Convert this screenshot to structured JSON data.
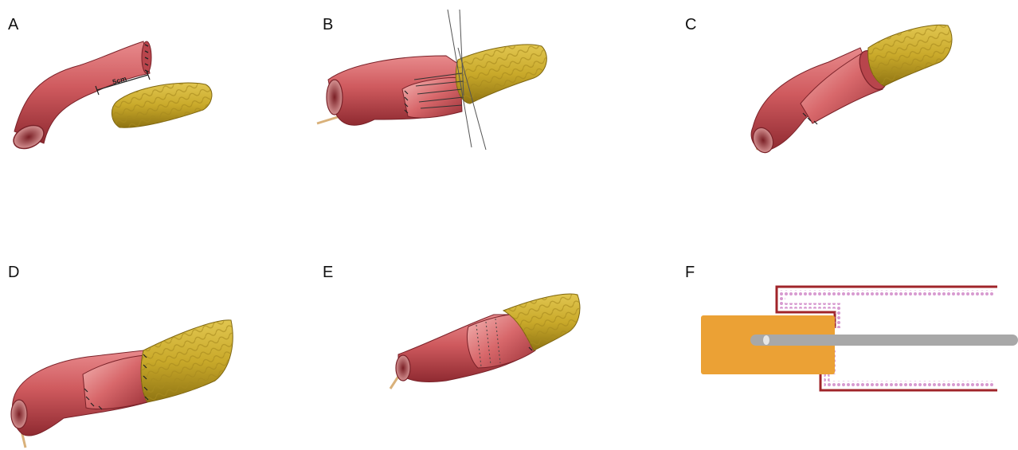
{
  "panels": [
    {
      "id": "A",
      "label": "A"
    },
    {
      "id": "B",
      "label": "B"
    },
    {
      "id": "C",
      "label": "C"
    },
    {
      "id": "D",
      "label": "D"
    },
    {
      "id": "E",
      "label": "E"
    },
    {
      "id": "F",
      "label": "F"
    }
  ],
  "panel_a": {
    "measurement": "5cm"
  },
  "colors": {
    "background": "#ffffff",
    "bowel_wall": "#cf5a5e",
    "bowel_dark": "#9c2f36",
    "bowel_light": "#f0b4b2",
    "pancreas": "#c9a92a",
    "pancreas_dark": "#8f7413",
    "stent": "#d9b17a",
    "suture": "#222222",
    "schematic_block": "#eba135",
    "schematic_tube": "#a8a8a8",
    "schematic_outline": "#a0242a",
    "schematic_mucosa": "#d79ad0"
  }
}
